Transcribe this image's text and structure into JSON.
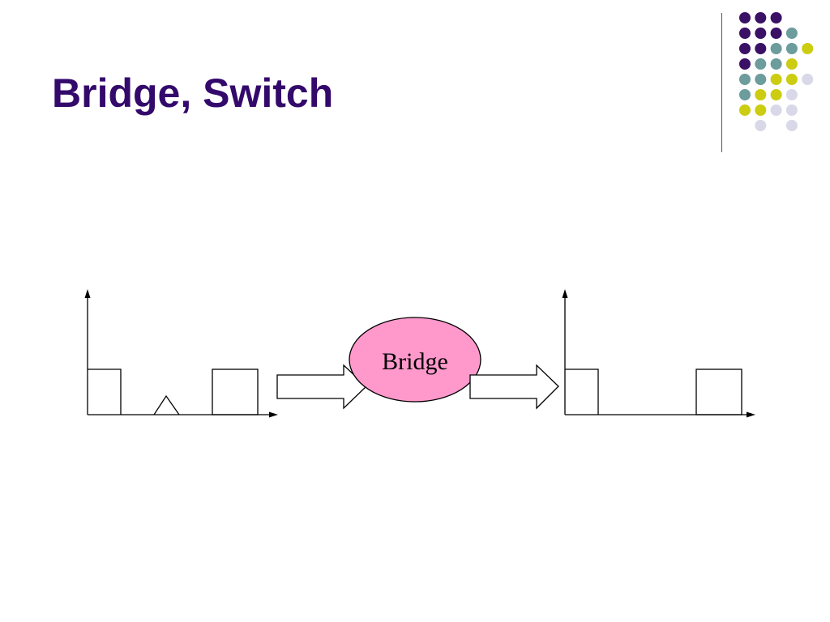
{
  "slide": {
    "title": "Bridge, Switch"
  },
  "diagram": {
    "bridge_label": "Bridge",
    "bridge_fill": "#ff99cc",
    "input_signal": {
      "description_items": [
        "frame",
        "collision",
        "frame"
      ]
    },
    "output_signal": {
      "description_items": [
        "frame",
        "frame"
      ]
    }
  },
  "decor": {
    "dot_colors": {
      "purple": "#3b1166",
      "teal": "#6c9c9c",
      "yellow": "#cccc11",
      "lavender": "#d8d8e8"
    }
  }
}
